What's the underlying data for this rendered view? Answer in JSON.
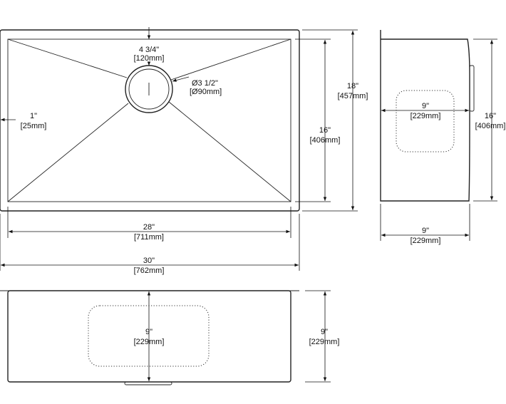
{
  "top_view": {
    "drain_offset": {
      "imperial": "4 3/4\"",
      "metric": "[120mm]"
    },
    "drain_diameter": {
      "imperial": "Ø3 1/2\"",
      "metric": "[Ø90mm]"
    },
    "rim_margin": {
      "imperial": "1\"",
      "metric": "[25mm]"
    },
    "bowl_length": {
      "imperial": "28\"",
      "metric": "[711mm]"
    },
    "overall_length": {
      "imperial": "30\"",
      "metric": "[762mm]"
    },
    "bowl_width": {
      "imperial": "16\"",
      "metric": "[406mm]"
    },
    "overall_width": {
      "imperial": "18\"",
      "metric": "[457mm]"
    }
  },
  "side_view": {
    "inner_depth": {
      "imperial": "9\"",
      "metric": "[229mm]"
    },
    "height": {
      "imperial": "16\"",
      "metric": "[406mm]"
    },
    "width": {
      "imperial": "9\"",
      "metric": "[229mm]"
    }
  },
  "front_view": {
    "inner_depth": {
      "imperial": "9\"",
      "metric": "[229mm]"
    },
    "overall_depth": {
      "imperial": "9\"",
      "metric": "[229mm]"
    }
  }
}
